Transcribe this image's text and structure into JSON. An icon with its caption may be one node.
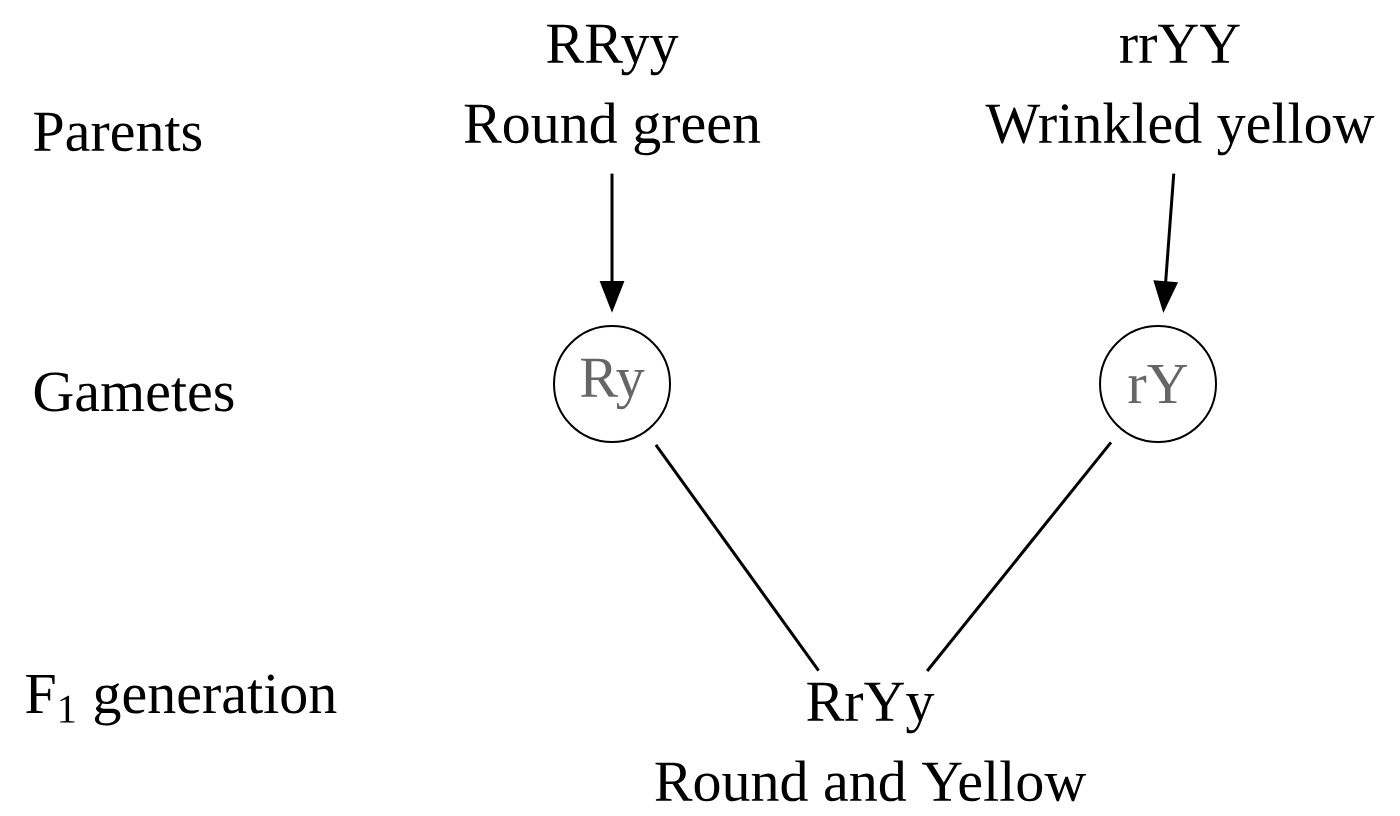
{
  "diagram": {
    "nodes": [
      {
        "text": [
          "RRyy",
          "Round green"
        ]
      },
      {
        "text": [
          "rrYY",
          "Wrinkled yellow"
        ]
      },
      {
        "text": [
          "Ry"
        ]
      },
      {
        "text": [
          "rY"
        ]
      },
      {
        "text": [
          "RrYy",
          "Round and Yellow"
        ]
      }
    ],
    "edges": [
      {
        "from": 0,
        "to": 2,
        "arrow": "to"
      },
      {
        "from": 1,
        "to": 3,
        "arrow": "to"
      },
      {
        "from": 2,
        "to": 4,
        "arrow": "none"
      },
      {
        "from": 3,
        "to": 4,
        "arrow": "none"
      }
    ],
    "labels": [
      "Parents",
      "Gametes",
      "F$_{1}$ generation"
    ]
  }
}
